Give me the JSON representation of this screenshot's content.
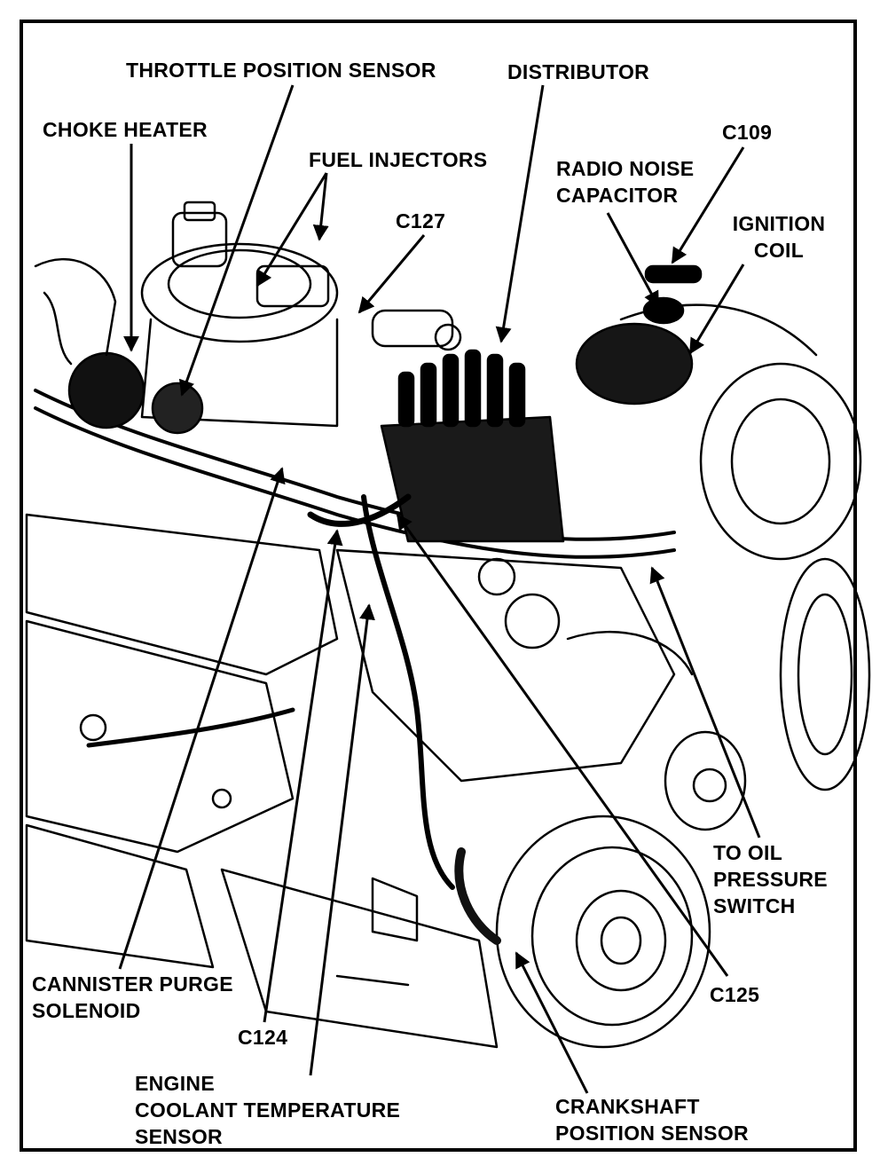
{
  "colors": {
    "ink": "#000000",
    "paper": "#ffffff"
  },
  "labels": {
    "throttle_position_sensor": "THROTTLE POSITION SENSOR",
    "distributor": "DISTRIBUTOR",
    "choke_heater": "CHOKE HEATER",
    "fuel_injectors": "FUEL INJECTORS",
    "c109": "C109",
    "radio_noise_capacitor": [
      "RADIO NOISE",
      "CAPACITOR"
    ],
    "c127": "C127",
    "ignition_coil": [
      "IGNITION",
      "COIL"
    ],
    "to_oil_pressure_switch": [
      "TO OIL",
      "PRESSURE",
      "SWITCH"
    ],
    "cannister_purge_solenoid": [
      "CANNISTER PURGE",
      "SOLENOID"
    ],
    "c124": "C124",
    "c125": "C125",
    "engine_coolant_temperature_sensor": [
      "ENGINE",
      "COOLANT TEMPERATURE",
      "SENSOR"
    ],
    "crankshaft_position_sensor": [
      "CRANKSHAFT",
      "POSITION SENSOR"
    ]
  }
}
